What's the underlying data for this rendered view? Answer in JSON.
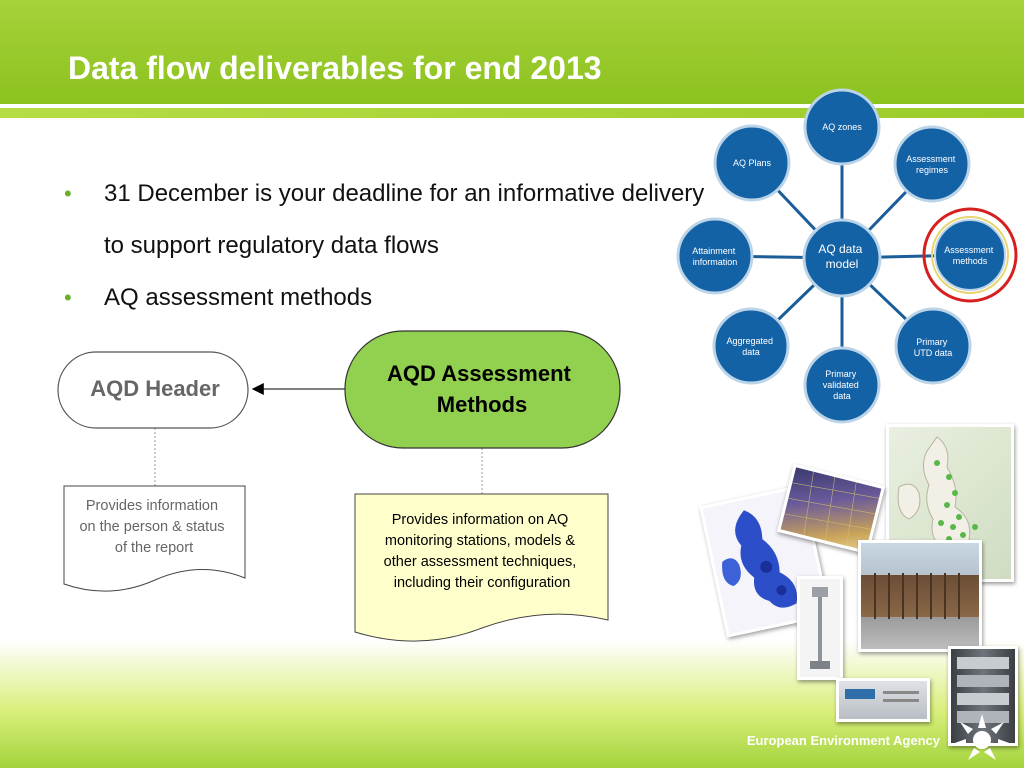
{
  "slide": {
    "title": "Data flow deliverables for end 2013",
    "bullets": [
      "31 December is your deadline for an informative delivery to support regulatory data flows",
      "AQ assessment methods"
    ],
    "footer": "European Environment Agency"
  },
  "flow": {
    "header_box": "AQD Header",
    "header_doc": [
      "Provides information",
      "on the person & status",
      "of the report"
    ],
    "methods_box": [
      "AQD Assessment",
      "Methods"
    ],
    "methods_doc": [
      "Provides information on AQ",
      "monitoring stations, models &",
      "other assessment techniques,",
      "including their configuration"
    ]
  },
  "model": {
    "center": [
      "AQ data",
      "model"
    ],
    "nodes": [
      {
        "id": "aq-zones",
        "label": [
          "AQ zones"
        ]
      },
      {
        "id": "assessment-regimes",
        "label": [
          "Assessment",
          "regimes"
        ]
      },
      {
        "id": "assessment-methods",
        "label": [
          "Assessment",
          "methods"
        ],
        "highlight": true
      },
      {
        "id": "primary-utd",
        "label": [
          "Primary",
          "UTD data"
        ]
      },
      {
        "id": "primary-validated",
        "label": [
          "Primary",
          "validated",
          "data"
        ]
      },
      {
        "id": "aggregated",
        "label": [
          "Aggregated",
          "data"
        ]
      },
      {
        "id": "attainment",
        "label": [
          "Attainment",
          "information"
        ]
      },
      {
        "id": "aq-plans",
        "label": [
          "AQ Plans"
        ]
      }
    ]
  },
  "colors": {
    "green": "#8cc21e",
    "node_blue": "#1462a6",
    "node_border": "#bcd4e8",
    "highlight_red": "#d62020",
    "methods_fill": "#92d050",
    "doc_yellow": "#ffffcc"
  }
}
